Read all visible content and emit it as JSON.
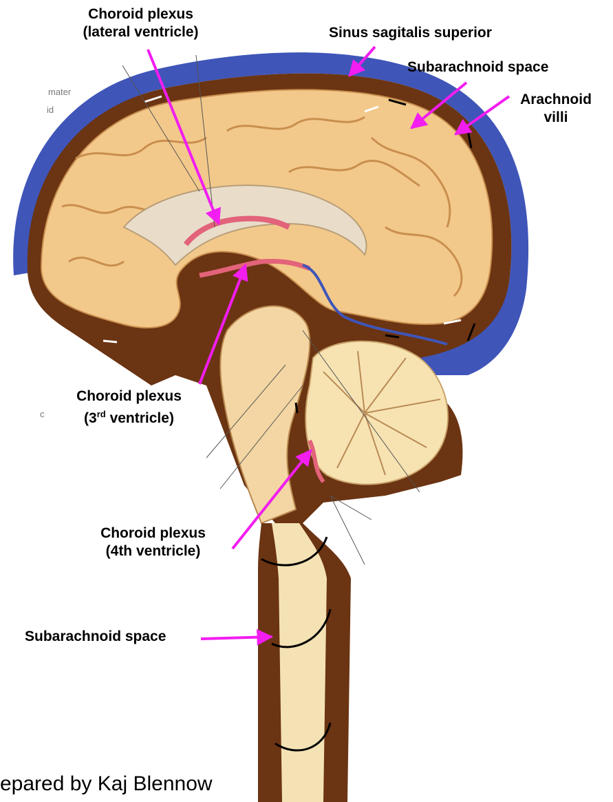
{
  "labels": {
    "choroid_lateral_line1": "Choroid plexus",
    "choroid_lateral_line2": "(lateral ventricle)",
    "sinus": "Sinus sagitalis superior",
    "subarachnoid_top": "Subarachnoid space",
    "arachnoid_line1": "Arachnoid",
    "arachnoid_line2": "villi",
    "choroid_3rd_line1": "Choroid plexus",
    "choroid_3rd_open": "(3",
    "choroid_3rd_sup": "rd",
    "choroid_3rd_rest": " ventricle)",
    "choroid_4th_line1": "Choroid plexus",
    "choroid_4th_line2": "(4th ventricle)",
    "subarachnoid_bottom": "Subarachnoid space",
    "credit": "epared by Kaj Blennow"
  },
  "faint_text": {
    "mater": "mater",
    "id": "id",
    "c": "c"
  },
  "colors": {
    "arrow": "#f21df0",
    "sinus_blue": "#3f55b8",
    "csf_brown": "#6b3412",
    "brain_tan": "#f2c98b",
    "cerebellum": "#f7e3b2",
    "spinal_cord": "#f4e2b4",
    "plexus_pink": "#e2637a"
  }
}
